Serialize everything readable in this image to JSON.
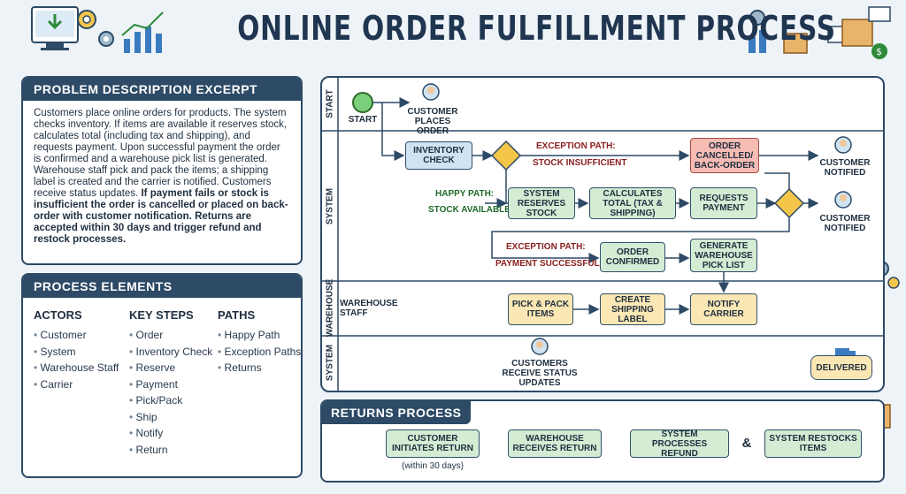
{
  "title": "ONLINE ORDER FULFILLMENT PROCESS",
  "problem": {
    "heading": "PROBLEM DESCRIPTION EXCERPT",
    "text_plain": "Customers place online orders for products. The system checks inventory. If items are available it reserves stock, calculates total (including tax and shipping), and requests payment. Upon successful payment the order is confirmed and a warehouse pick list is generated. Warehouse staff pick and pack the items; a shipping label is created and the carrier is notified. Customers receive status updates.",
    "text_bold": "If payment fails or stock is insufficient the order is cancelled or placed on back-order with customer notification. Returns are accepted within 30 days and trigger refund and restock processes."
  },
  "elements": {
    "heading": "PROCESS ELEMENTS",
    "actors": {
      "title": "ACTORS",
      "items": [
        "Customer",
        "System",
        "Warehouse Staff",
        "Carrier"
      ]
    },
    "steps": {
      "title": "KEY STEPS",
      "items": [
        "Order",
        "Inventory Check",
        "Reserve",
        "Payment",
        "Pick/Pack",
        "Ship",
        "Notify",
        "Return"
      ]
    },
    "paths": {
      "title": "PATHS",
      "items": [
        "Happy Path",
        "Exception Paths",
        "Returns"
      ]
    }
  },
  "lanes": {
    "start": "START",
    "system": "SYSTEM",
    "warehouse": "WAREHOUSE",
    "system2": "SYSTEM"
  },
  "flow": {
    "start": "START",
    "customer_places": "CUSTOMER PLACES ORDER",
    "inventory_check": "INVENTORY CHECK",
    "exc1_title": "EXCEPTION PATH:",
    "exc1_sub": "STOCK INSUFFICIENT",
    "order_cancelled": "ORDER CANCELLED/ BACK-ORDER",
    "customer_notified_1": "CUSTOMER NOTIFIED",
    "happy_title": "HAPPY PATH:",
    "happy_sub": "STOCK AVAILABLE",
    "reserve_stock": "SYSTEM RESERVES STOCK",
    "calc_total": "CALCULATES TOTAL (TAX & SHIPPING)",
    "request_payment": "REQUESTS PAYMENT",
    "customer_notified_2": "CUSTOMER NOTIFIED",
    "exc2_title": "EXCEPTION PATH:",
    "exc2_sub": "PAYMENT SUCCESSFUL",
    "order_confirmed": "ORDER CONFIRMED",
    "pick_list": "GENERATE WAREHOUSE PICK LIST",
    "warehouse_staff": "WAREHOUSE STAFF",
    "pick_pack": "PICK & PACK ITEMS",
    "shipping_label": "CREATE SHIPPING LABEL",
    "notify_carrier": "NOTIFY CARRIER",
    "status_updates": "CUSTOMERS RECEIVE STATUS UPDATES",
    "delivered": "DELIVERED"
  },
  "returns": {
    "heading": "RETURNS PROCESS",
    "initiates": "CUSTOMER INITIATES RETURN",
    "within": "(within 30 days)",
    "receives": "WAREHOUSE RECEIVES RETURN",
    "refund": "SYSTEM PROCESSES REFUND",
    "amp": "&",
    "restock": "SYSTEM RESTOCKS ITEMS"
  },
  "colors": {
    "navy": "#2d4a66",
    "blue_box": "#cfe3f2",
    "green_box": "#d3ecd3",
    "yellow_box": "#fbe7b4",
    "red_box": "#f6bcb4",
    "exception_text": "#8a2020",
    "happy_text": "#1f6b2a"
  }
}
